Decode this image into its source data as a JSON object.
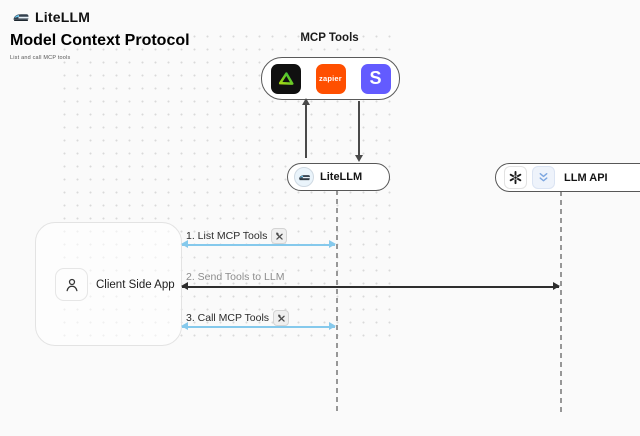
{
  "brand": {
    "name": "LiteLLM",
    "logo_icon": "train-icon"
  },
  "header": {
    "title": "Model Context Protocol",
    "subtitle": "List and call MCP tools"
  },
  "mcp_tools": {
    "label": "MCP Tools",
    "tools": [
      {
        "name": "green-triangle-tool",
        "icon": "triangle-icon"
      },
      {
        "name": "zapier",
        "label": "zapier"
      },
      {
        "name": "stripe",
        "label": "S"
      }
    ]
  },
  "nodes": {
    "litellm": {
      "label": "LiteLLM",
      "icon": "train-icon"
    },
    "llm_api": {
      "label": "LLM API",
      "icons": [
        "openai-icon",
        "llm-provider-icon"
      ]
    },
    "client": {
      "label": "Client Side App",
      "icon": "person-icon"
    }
  },
  "sequence": {
    "steps": [
      {
        "label": "1. List MCP Tools",
        "tool_badge_icon": "hammer-wrench-icon",
        "color": "#85c9ec",
        "from": "client",
        "to": "litellm"
      },
      {
        "label": "2. Send Tools to LLM",
        "color": "#2e2e2e",
        "from": "client",
        "to": "llm_api"
      },
      {
        "label": "3. Call MCP Tools",
        "tool_badge_icon": "hammer-wrench-icon",
        "color": "#85c9ec",
        "from": "client",
        "to": "litellm"
      }
    ]
  },
  "colors": {
    "background": "#fafafa",
    "blue_arrow": "#85c9ec",
    "dark_arrow": "#2e2e2e",
    "zapier_orange": "#ff4f00",
    "stripe_purple": "#635bff",
    "triangle_green": "#49c41f",
    "provider_blue": "#7da7e0",
    "lifeline_gray": "#979797"
  }
}
